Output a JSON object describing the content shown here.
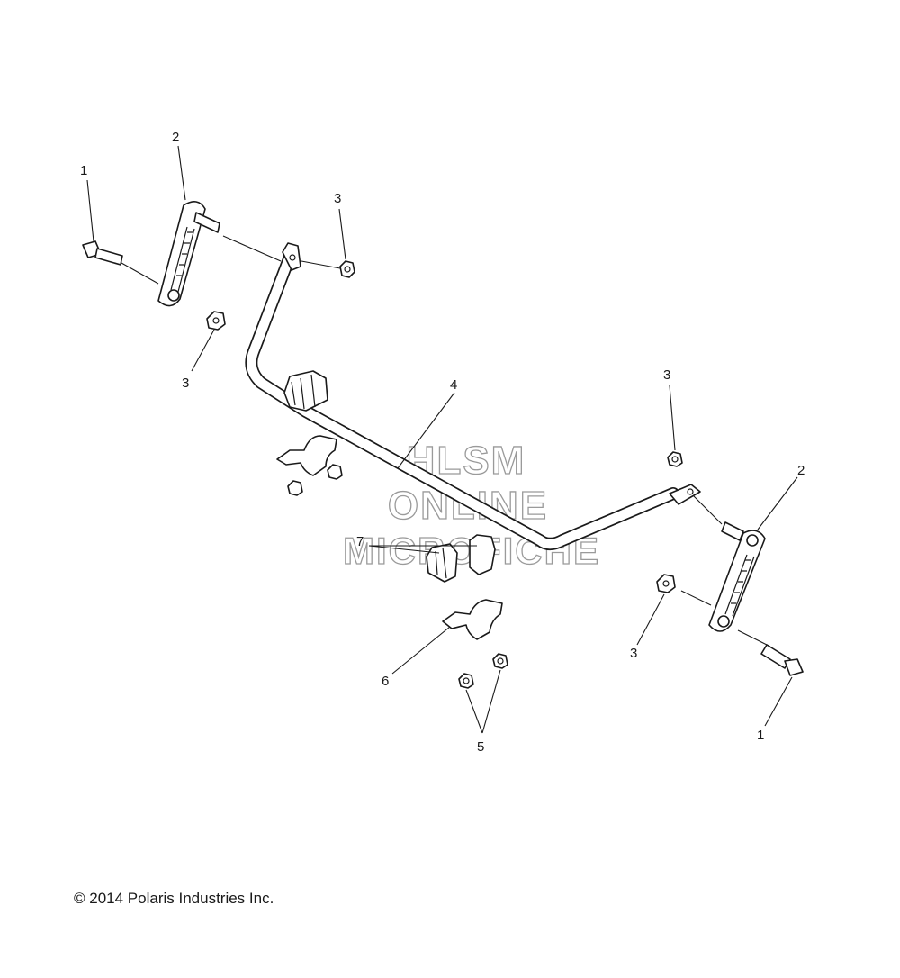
{
  "diagram": {
    "callouts": [
      {
        "id": "c1a",
        "text": "1"
      },
      {
        "id": "c2a",
        "text": "2"
      },
      {
        "id": "c3a",
        "text": "3"
      },
      {
        "id": "c3b",
        "text": "3"
      },
      {
        "id": "c4",
        "text": "4"
      },
      {
        "id": "c3c",
        "text": "3"
      },
      {
        "id": "c2b",
        "text": "2"
      },
      {
        "id": "c7",
        "text": "7"
      },
      {
        "id": "c3d",
        "text": "3"
      },
      {
        "id": "c6",
        "text": "6"
      },
      {
        "id": "c1b",
        "text": "1"
      },
      {
        "id": "c5",
        "text": "5"
      }
    ],
    "watermark": {
      "line1": "HLSM",
      "line2": "ONLINE",
      "line3": "MICROFICHE"
    },
    "copyright": "© 2014 Polaris Industries Inc."
  }
}
